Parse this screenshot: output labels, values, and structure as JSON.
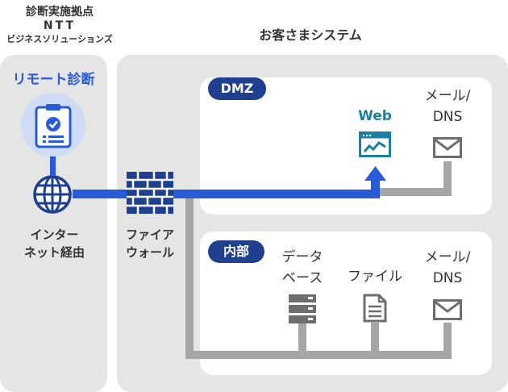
{
  "diagnosis_site": {
    "title": "診断実施拠点",
    "company_line1": "NTT",
    "company_line2": "ビジネスソリューションズ",
    "remote_label": "リモート診断"
  },
  "customer_system": {
    "title": "お客さまシステム"
  },
  "internet": {
    "line1": "インター",
    "line2": "ネット経由"
  },
  "firewall": {
    "line1": "ファイア",
    "line2": "ウォール"
  },
  "dmz": {
    "badge": "DMZ",
    "web_label": "Web",
    "mail_line1": "メール/",
    "mail_line2": "DNS"
  },
  "internal": {
    "badge": "内部",
    "db_line1": "データ",
    "db_line2": "ベース",
    "file_label": "ファイル",
    "mail_line1": "メール/",
    "mail_line2": "DNS"
  },
  "colors": {
    "panel_bg": "#e5e5e5",
    "badge_bg": "#1f3f8f",
    "accent_blue": "#2a5bd7",
    "web_teal": "#1a7fa3",
    "line_gray": "#a6a6a6"
  }
}
